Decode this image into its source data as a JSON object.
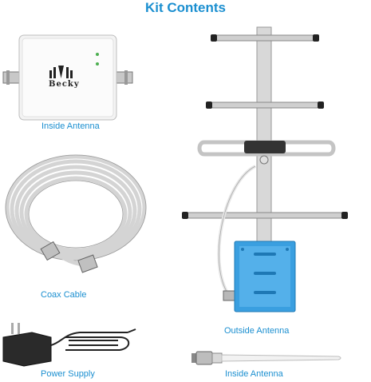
{
  "title": "Kit Contents",
  "items": {
    "booster": {
      "caption": "Inside Antenna",
      "logo_text": "Becky"
    },
    "coax": {
      "caption": "Coax Cable"
    },
    "power": {
      "caption": "Power Supply"
    },
    "outside_antenna": {
      "caption": "Outside Antenna"
    },
    "whip_antenna": {
      "caption": "Inside Antenna"
    }
  },
  "colors": {
    "accent": "#1b8fd0",
    "bracket": "#3a9fe0"
  }
}
